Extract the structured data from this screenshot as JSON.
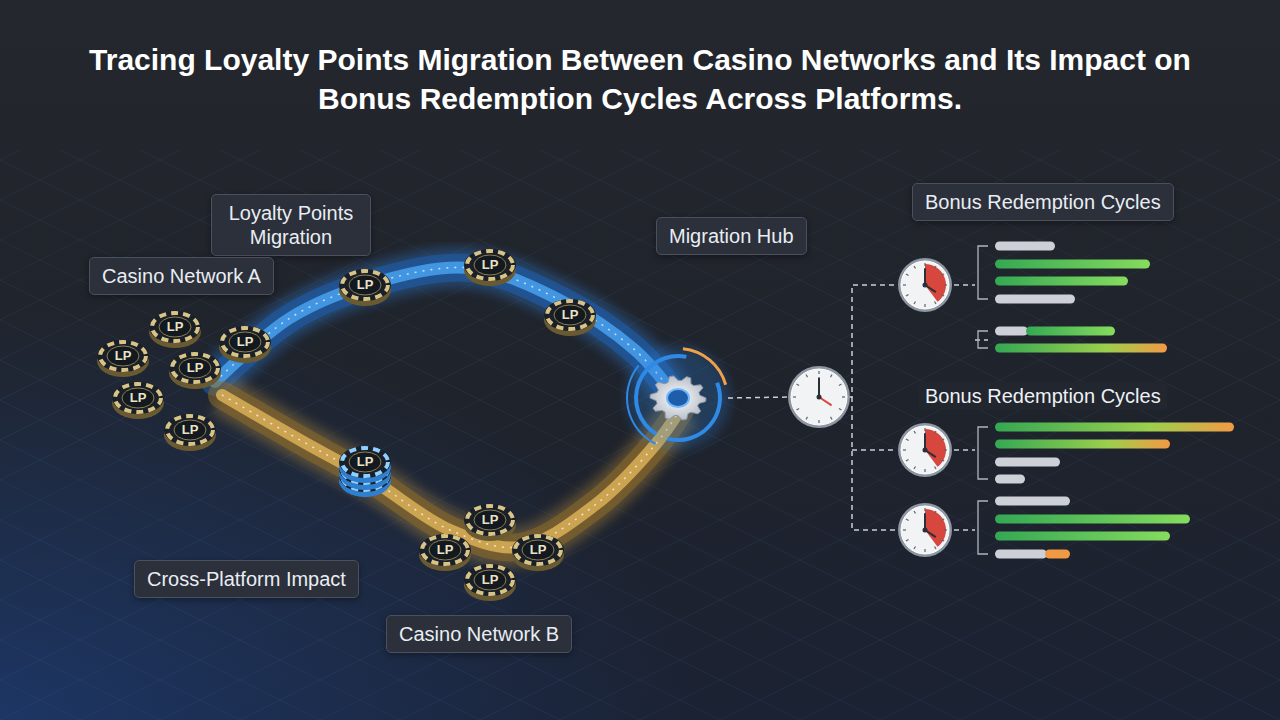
{
  "diagram": {
    "title": "Tracing Loyalty Points Migration Between Casino Networks and Its Impact on Bonus Redemption Cycles Across Platforms.",
    "nodes": [
      {
        "text": [
          "Loyalty Points Migration"
        ]
      },
      {
        "text": [
          "Migration Hub"
        ]
      },
      {
        "text": [
          "Bonus Redemption Cycles"
        ]
      },
      {
        "text": [
          "Casino Network A"
        ]
      },
      {
        "text": [
          "Cross-Platform Impact"
        ]
      },
      {
        "text": [
          "Casino Network B"
        ]
      }
    ],
    "labels": [
      "Bonus Redemption Cycles",
      "LP",
      "LP",
      "LP",
      "LP",
      "LP",
      "LP",
      "LP",
      "LP",
      "LP",
      "LP",
      "LP",
      "LP",
      "LP",
      "LP"
    ]
  }
}
